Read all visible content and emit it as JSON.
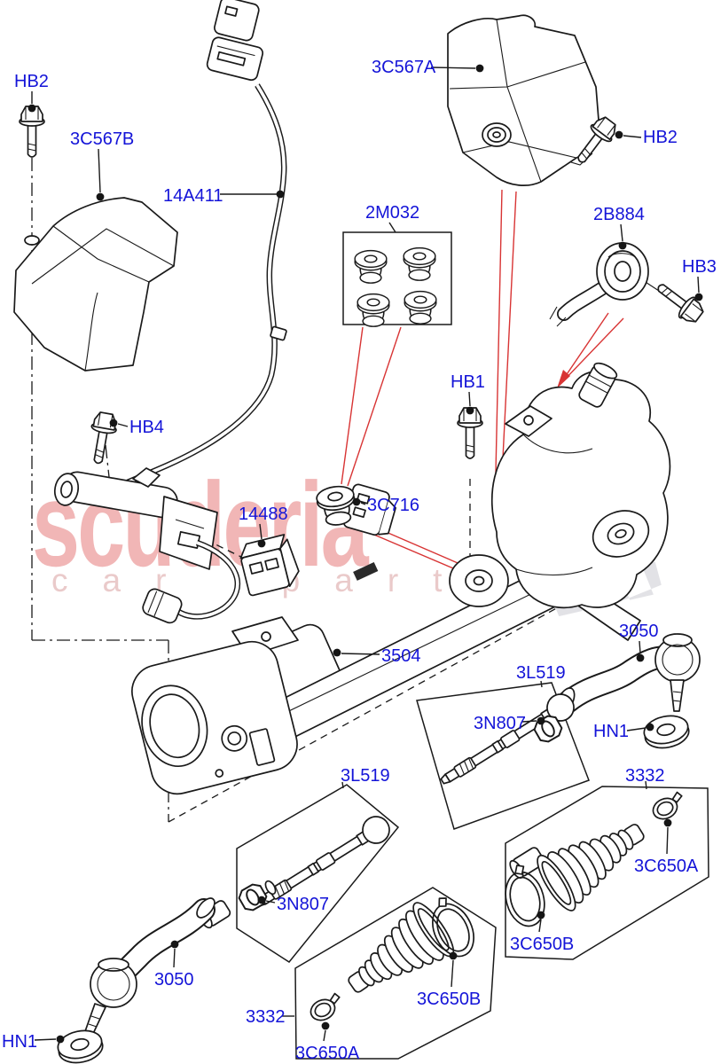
{
  "diagram": {
    "description": "Steering gear exploded parts diagram",
    "colors": {
      "label_blue": "#1414d8",
      "leader_red": "#d83434",
      "line_black": "#1a1a1a",
      "watermark_pink": "#e46e6e",
      "flag_gray": "#e2e2e6"
    }
  },
  "watermark": {
    "brand": "scuderia",
    "tagline": "car parts"
  },
  "labels": {
    "hb1": "HB1",
    "hb2": "HB2",
    "hb3": "HB3",
    "hb4": "HB4",
    "hn1": "HN1",
    "p14a411": "14A411",
    "p14488": "14488",
    "p2m032": "2M032",
    "p2b884": "2B884",
    "p3c567a": "3C567A",
    "p3c567b": "3C567B",
    "p3c716": "3C716",
    "p3504": "3504",
    "p3050": "3050",
    "p3l519": "3L519",
    "p3n807": "3N807",
    "p3332": "3332",
    "p3c650a": "3C650A",
    "p3c650b": "3C650B"
  }
}
